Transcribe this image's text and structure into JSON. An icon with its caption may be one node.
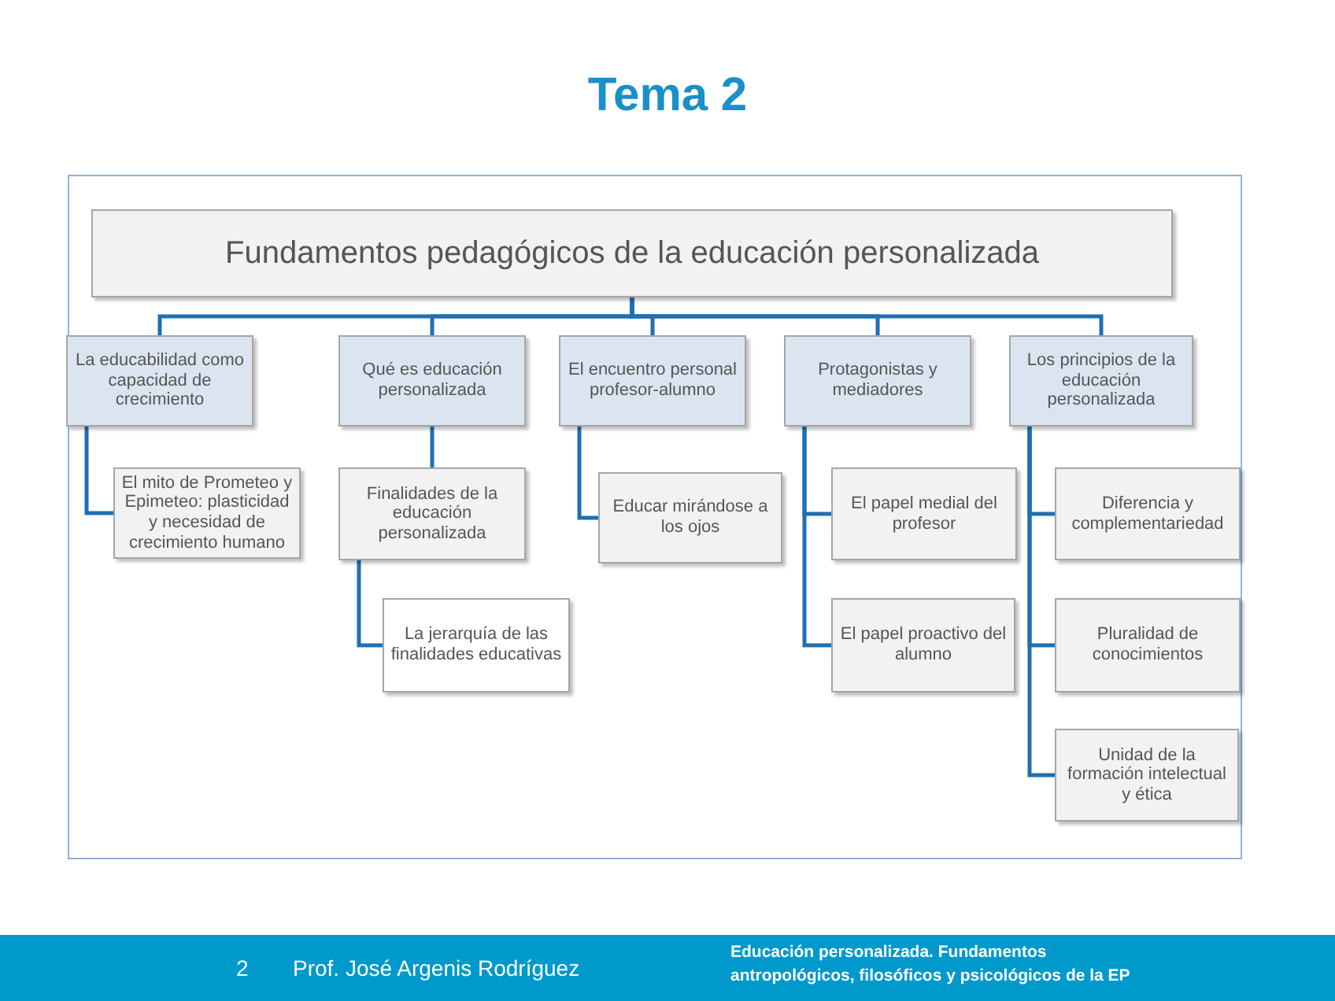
{
  "diagram": {
    "title": "Tema 2",
    "nodes": [
      {
        "text": [
          "Fundamentos pedagógicos de la educación personalizada"
        ]
      },
      {
        "text": [
          "La educabilidad como capacidad de crecimiento"
        ]
      },
      {
        "text": [
          "Qué es educación personalizada"
        ]
      },
      {
        "text": [
          "El encuentro personal profesor-alumno"
        ]
      },
      {
        "text": [
          "Protagonistas y mediadores"
        ]
      },
      {
        "text": [
          "Los principios de la educación personalizada"
        ]
      },
      {
        "text": [
          "El mito de Prometeo y Epimeteo: plasticidad y necesidad de crecimiento humano"
        ]
      },
      {
        "text": [
          "Finalidades de la educación personalizada"
        ]
      },
      {
        "text": [
          "La jerarquía de las finalidades educativas"
        ]
      },
      {
        "text": [
          "Educar mirándose a los ojos"
        ]
      },
      {
        "text": [
          "El papel medial del profesor"
        ]
      },
      {
        "text": [
          "El papel proactivo del alumno"
        ]
      },
      {
        "text": [
          "Diferencia y complementariedad"
        ]
      },
      {
        "text": [
          "Pluralidad de conocimientos"
        ]
      },
      {
        "text": [
          "Unidad de la formación intelectual y ética"
        ]
      }
    ],
    "edges": [
      {
        "from": 0,
        "to": 1,
        "arrow": "none"
      },
      {
        "from": 0,
        "to": 2,
        "arrow": "none"
      },
      {
        "from": 0,
        "to": 3,
        "arrow": "none"
      },
      {
        "from": 0,
        "to": 4,
        "arrow": "none"
      },
      {
        "from": 0,
        "to": 5,
        "arrow": "none"
      },
      {
        "from": 1,
        "to": 6,
        "arrow": "none"
      },
      {
        "from": 2,
        "to": 7,
        "arrow": "none"
      },
      {
        "from": 7,
        "to": 8,
        "arrow": "none"
      },
      {
        "from": 3,
        "to": 9,
        "arrow": "none"
      },
      {
        "from": 4,
        "to": 10,
        "arrow": "none"
      },
      {
        "from": 4,
        "to": 11,
        "arrow": "none"
      },
      {
        "from": 5,
        "to": 12,
        "arrow": "none"
      },
      {
        "from": 5,
        "to": 13,
        "arrow": "none"
      },
      {
        "from": 5,
        "to": 14,
        "arrow": "none"
      }
    ],
    "labels": [
      "2",
      "Prof. José Argenis Rodríguez",
      "Educación personalizada. Fundamentos antropológicos, filosóficos y psicológicos de la EP"
    ]
  }
}
